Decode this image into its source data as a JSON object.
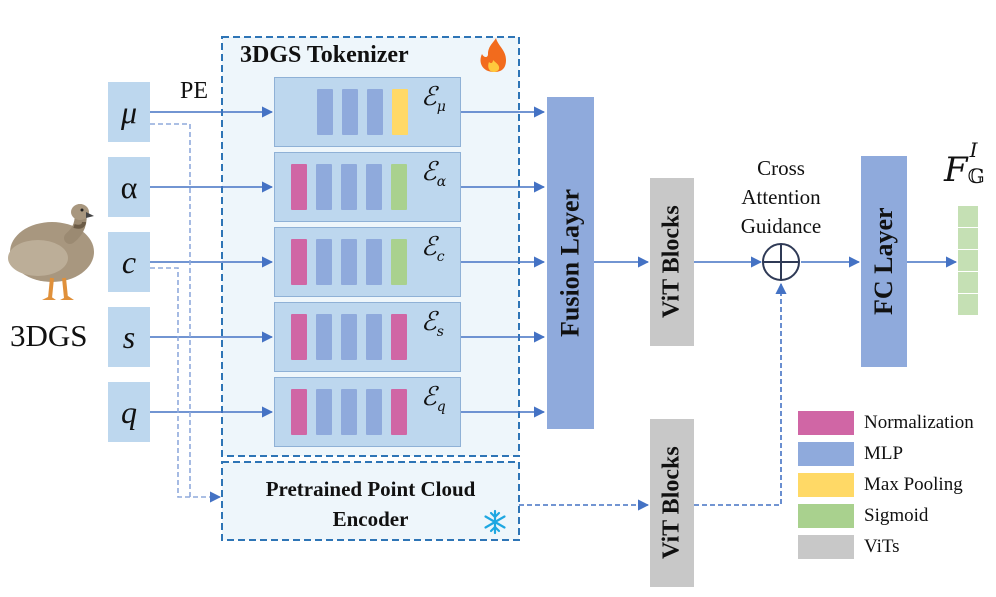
{
  "inputs": [
    {
      "symbol": "μ",
      "italic": true
    },
    {
      "symbol": "α",
      "italic": false
    },
    {
      "symbol": "c",
      "italic": true
    },
    {
      "symbol": "s",
      "italic": true
    },
    {
      "symbol": "q",
      "italic": true
    }
  ],
  "gaussian_label": "3DGS",
  "pe_label": "PE",
  "tokenizer": {
    "title": "3DGS Tokenizer",
    "title_icon": "fire-icon",
    "rows": [
      {
        "name": "mu",
        "encoder_symbol": "ℰ",
        "subscript": "μ",
        "bars": [
          "mlp",
          "mlp",
          "mlp",
          "maxpool"
        ]
      },
      {
        "name": "alpha",
        "encoder_symbol": "ℰ",
        "subscript": "α",
        "bars": [
          "norm",
          "mlp",
          "mlp",
          "mlp",
          "sigmoid"
        ]
      },
      {
        "name": "c",
        "encoder_symbol": "ℰ",
        "subscript": "c",
        "bars": [
          "norm",
          "mlp",
          "mlp",
          "mlp",
          "sigmoid"
        ]
      },
      {
        "name": "s",
        "encoder_symbol": "ℰ",
        "subscript": "s",
        "bars": [
          "norm",
          "mlp",
          "mlp",
          "mlp",
          "norm"
        ]
      },
      {
        "name": "q",
        "encoder_symbol": "ℰ",
        "subscript": "q",
        "bars": [
          "norm",
          "mlp",
          "mlp",
          "mlp",
          "norm"
        ]
      }
    ]
  },
  "pretrained_encoder": {
    "label_line1": "Pretrained Point Cloud",
    "label_line2": "Encoder",
    "icon": "snowflake-icon"
  },
  "fusion_layer": "Fusion Layer",
  "vit_blocks_top": "ViT Blocks",
  "vit_blocks_bottom": "ViT Blocks",
  "cross_attention": {
    "line1": "Cross",
    "line2": "Attention",
    "line3": "Guidance",
    "symbol": "⊕"
  },
  "fc_layer": "FC Layer",
  "output": {
    "base": "F",
    "superscript": "I",
    "subscript": "𝔾",
    "cells": 5
  },
  "legend": [
    {
      "label": "Normalization",
      "key": "norm"
    },
    {
      "label": "MLP",
      "key": "mlp"
    },
    {
      "label": "Max Pooling",
      "key": "maxpool"
    },
    {
      "label": "Sigmoid",
      "key": "sigmoid"
    },
    {
      "label": "ViTs",
      "key": "vit"
    }
  ],
  "colors": {
    "input_box": "#bdd7ee",
    "norm": "#d066a5",
    "mlp": "#8faadc",
    "maxpool": "#ffd966",
    "sigmoid": "#a9d18e",
    "vit": "#c8c8c8",
    "fusion": "#8faadc",
    "arrow": "#4472c4",
    "dashed_border": "#2e75b6",
    "output_cells": "#c5e0b4"
  }
}
